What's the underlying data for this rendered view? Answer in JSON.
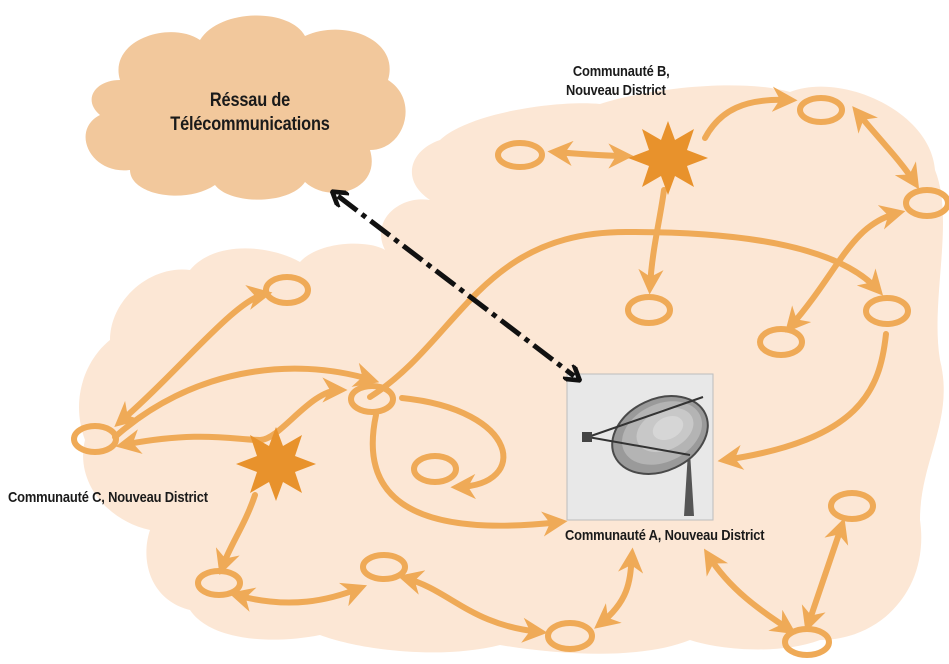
{
  "diagram": {
    "network_cloud_label_line1": "Réssau de",
    "network_cloud_label_line2": "Télécommunications",
    "community_b_line1": "Communauté B,",
    "community_b_line2": "Nouveau District",
    "community_a": "Communauté A, Nouveau District",
    "community_c": "Communauté C, Nouveau District",
    "colors": {
      "network_cloud": "#f2c89c",
      "district_area": "#fce7d5",
      "link_arrow": "#efaa57",
      "hub_star": "#e8922c",
      "uplink": "#111111",
      "dish_panel": "#e8e8e8"
    },
    "icons": [
      "star-hub-icon",
      "satellite-dish-icon",
      "node-ring-icon",
      "double-arrow-icon"
    ]
  }
}
